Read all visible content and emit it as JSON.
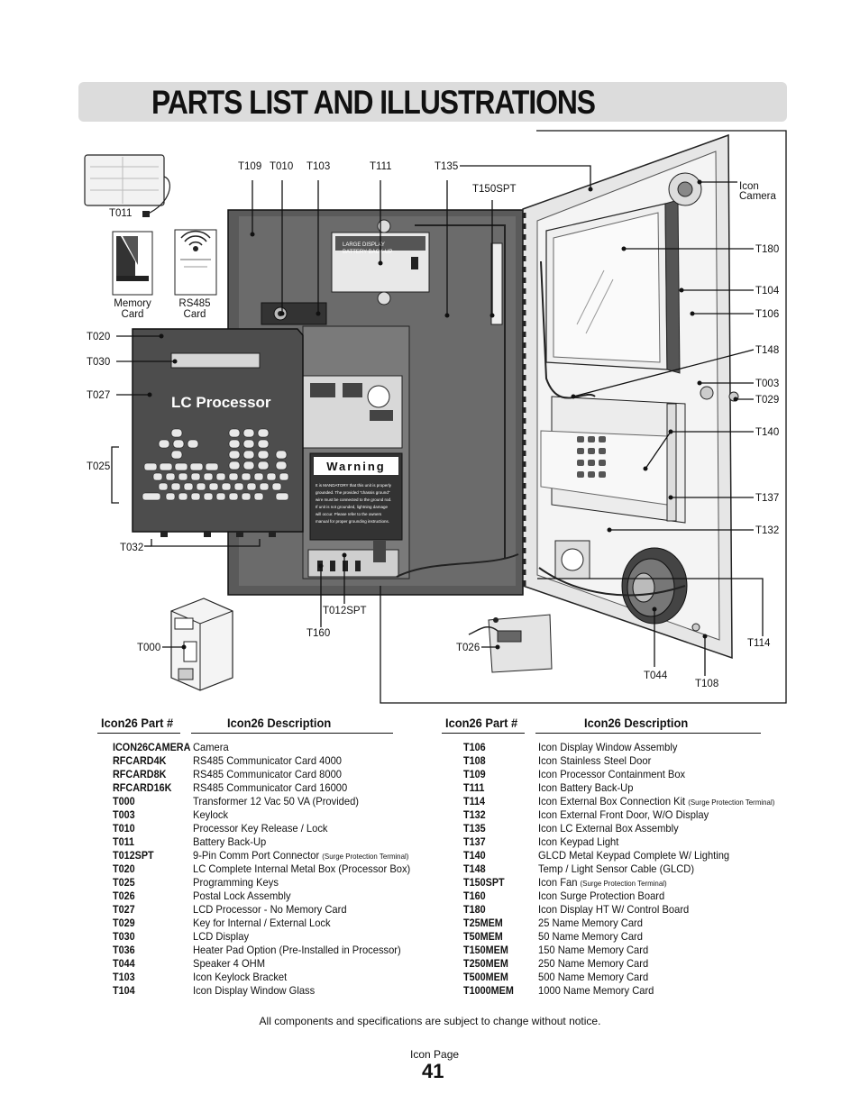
{
  "page": {
    "title": "PARTS LIST AND ILLUSTRATIONS",
    "footer_note": "All components and specifications are subject to change without notice.",
    "page_label": "Icon Page",
    "page_number": "41"
  },
  "diagram": {
    "lcd_title": "LC Processor",
    "warning_title": "Warning",
    "warning_text": [
      "It is MANDATORY that this unit is properly",
      "grounded. The provided \"chassis ground\"",
      "wire must be connected to the ground rod.",
      "If unit is not grounded, lightning damage",
      "will occur. Please refer to the owners",
      "manual for proper grounding instructions."
    ],
    "battery_text": [
      "LARGE DISPLAY",
      "BATTERY BACK-UP"
    ],
    "labels": {
      "T011": "T011",
      "memory_card": [
        "Memory",
        "Card"
      ],
      "rs485_card": [
        "RS485",
        "Card"
      ],
      "T020": "T020",
      "T030": "T030",
      "T027": "T027",
      "T025": "T025",
      "T032": "T032",
      "T000": "T000",
      "T109": "T109",
      "T010": "T010",
      "T103": "T103",
      "T111": "T111",
      "T135": "T135",
      "T150SPT": "T150SPT",
      "icon_camera": [
        "Icon",
        "Camera"
      ],
      "T180": "T180",
      "T104": "T104",
      "T106": "T106",
      "T148": "T148",
      "T003": "T003",
      "T029": "T029",
      "T140": "T140",
      "T137": "T137",
      "T132": "T132",
      "T114": "T114",
      "T108": "T108",
      "T044": "T044",
      "T026": "T026",
      "T012SPT": "T012SPT",
      "T160": "T160"
    }
  },
  "parts_table": {
    "headers": {
      "part": "Icon26 Part #",
      "description": "Icon26 Description"
    },
    "left": [
      {
        "code": "ICON26CAMERA",
        "desc": "Camera",
        "note": ""
      },
      {
        "code": "RFCARD4K",
        "desc": "RS485 Communicator Card 4000",
        "note": ""
      },
      {
        "code": "RFCARD8K",
        "desc": "RS485 Communicator Card 8000",
        "note": ""
      },
      {
        "code": "RFCARD16K",
        "desc": "RS485 Communicator Card 16000",
        "note": ""
      },
      {
        "code": "T000",
        "desc": "Transformer 12 Vac 50 VA (Provided)",
        "note": ""
      },
      {
        "code": "T003",
        "desc": "Keylock",
        "note": ""
      },
      {
        "code": "T010",
        "desc": "Processor Key Release / Lock",
        "note": ""
      },
      {
        "code": "T011",
        "desc": "Battery Back-Up",
        "note": ""
      },
      {
        "code": "T012SPT",
        "desc": "9-Pin Comm Port Connector",
        "note": "(Surge Protection Terminal)"
      },
      {
        "code": "T020",
        "desc": "LC Complete Internal Metal Box (Processor Box)",
        "note": ""
      },
      {
        "code": "T025",
        "desc": "Programming Keys",
        "note": ""
      },
      {
        "code": "T026",
        "desc": "Postal Lock Assembly",
        "note": ""
      },
      {
        "code": "T027",
        "desc": "LCD Processor - No Memory Card",
        "note": ""
      },
      {
        "code": "T029",
        "desc": "Key for Internal / External Lock",
        "note": ""
      },
      {
        "code": "T030",
        "desc": "LCD Display",
        "note": ""
      },
      {
        "code": "T036",
        "desc": "Heater Pad Option (Pre-Installed in Processor)",
        "note": ""
      },
      {
        "code": "T044",
        "desc": "Speaker 4 OHM",
        "note": ""
      },
      {
        "code": "T103",
        "desc": "Icon Keylock Bracket",
        "note": ""
      },
      {
        "code": "T104",
        "desc": "Icon Display Window Glass",
        "note": ""
      }
    ],
    "right": [
      {
        "code": "T106",
        "desc": "Icon Display Window Assembly",
        "note": ""
      },
      {
        "code": "T108",
        "desc": "Icon Stainless Steel Door",
        "note": ""
      },
      {
        "code": "T109",
        "desc": "Icon Processor Containment Box",
        "note": ""
      },
      {
        "code": "T111",
        "desc": "Icon Battery Back-Up",
        "note": ""
      },
      {
        "code": "T114",
        "desc": "Icon External Box Connection Kit",
        "note": "(Surge Protection Terminal)"
      },
      {
        "code": "T132",
        "desc": "Icon External Front Door, W/O Display",
        "note": ""
      },
      {
        "code": "T135",
        "desc": "Icon LC External Box Assembly",
        "note": ""
      },
      {
        "code": "T137",
        "desc": "Icon Keypad Light",
        "note": ""
      },
      {
        "code": "T140",
        "desc": "GLCD Metal Keypad Complete W/ Lighting",
        "note": ""
      },
      {
        "code": "T148",
        "desc": "Temp / Light Sensor Cable (GLCD)",
        "note": ""
      },
      {
        "code": "T150SPT",
        "desc": "Icon Fan",
        "note": "(Surge Protection Terminal)"
      },
      {
        "code": "T160",
        "desc": "Icon Surge Protection Board",
        "note": ""
      },
      {
        "code": "T180",
        "desc": "Icon Display HT W/ Control Board",
        "note": ""
      },
      {
        "code": "T25MEM",
        "desc": "25 Name Memory Card",
        "note": ""
      },
      {
        "code": "T50MEM",
        "desc": "50 Name Memory Card",
        "note": ""
      },
      {
        "code": "T150MEM",
        "desc": "150 Name Memory Card",
        "note": ""
      },
      {
        "code": "T250MEM",
        "desc": "250 Name Memory Card",
        "note": ""
      },
      {
        "code": "T500MEM",
        "desc": "500 Name Memory Card",
        "note": ""
      },
      {
        "code": "T1000MEM",
        "desc": "1000 Name Memory Card",
        "note": ""
      }
    ]
  }
}
